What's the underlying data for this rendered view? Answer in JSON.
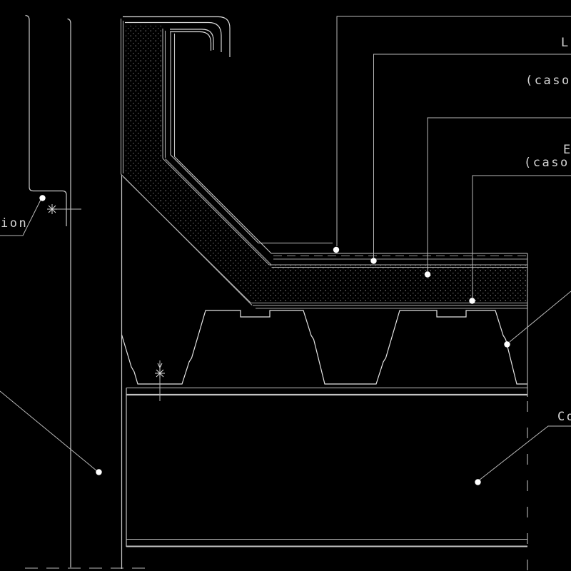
{
  "drawing": {
    "type": "cad-construction-detail",
    "background_color": "#000000",
    "line_color": "#c9c9c9",
    "bright_line_color": "#e4e4e4",
    "dim_line_color": "#9a9a9a",
    "leader_color": "#b9b9b9",
    "hatch_dot_color": "#8d8d8d",
    "dot_marker_color": "#ffffff",
    "text_color": "#d6d6d6"
  },
  "labels": {
    "top_right_line1_fragment": "L",
    "top_right_line2_fragment": "(caso",
    "mid_right_line1_fragment": "E",
    "mid_right_line2_fragment": "(caso",
    "beam_label_fragment": "Co",
    "left_label_fragment": "ion"
  },
  "symbols": {
    "leader_dot": "filled white circle leader endpoint",
    "fastener_star": "asterisk fastener symbol",
    "cut_line": "dashed section cut line"
  }
}
